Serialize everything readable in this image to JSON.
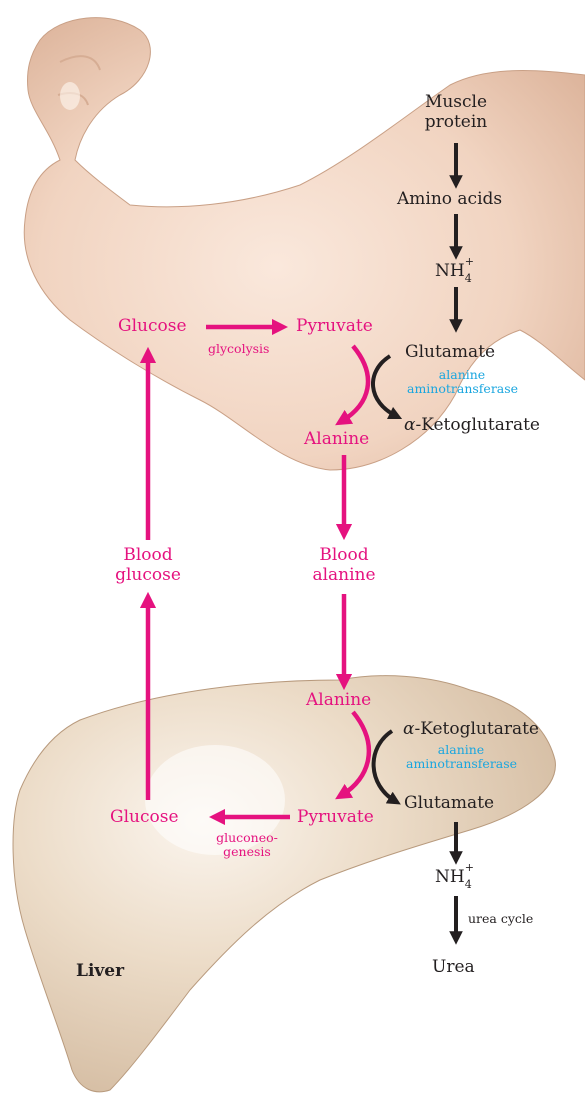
{
  "muscle": {
    "muscle_protein": "Muscle\nprotein",
    "amino_acids": "Amino acids",
    "ammonium_base": "NH",
    "ammonium_sub": "4",
    "ammonium_sup": "+",
    "glucose": "Glucose",
    "glycolysis": "glycolysis",
    "pyruvate": "Pyruvate",
    "glutamate": "Glutamate",
    "enzyme": "alanine\naminotransferase",
    "alpha": "α",
    "ketoglutarate": "-Ketoglutarate",
    "alanine": "Alanine"
  },
  "blood": {
    "blood_glucose": "Blood\nglucose",
    "blood_alanine": "Blood\nalanine"
  },
  "liver": {
    "alanine": "Alanine",
    "alpha": "α",
    "ketoglutarate": "-Ketoglutarate",
    "enzyme": "alanine\naminotransferase",
    "glucose": "Glucose",
    "pyruvate": "Pyruvate",
    "gluconeogenesis": "gluconeo-\ngenesis",
    "glutamate": "Glutamate",
    "ammonium_base": "NH",
    "ammonium_sub": "4",
    "ammonium_sup": "+",
    "urea_cycle": "urea cycle",
    "urea": "Urea",
    "organ_label": "Liver"
  },
  "colors": {
    "pathway_pink": "#e5127f",
    "nitrogen_dark": "#231f20",
    "enzyme_blue": "#1aa6df",
    "arm_skin": "#f1d4c1",
    "liver_tissue": "#e7d3bd"
  }
}
